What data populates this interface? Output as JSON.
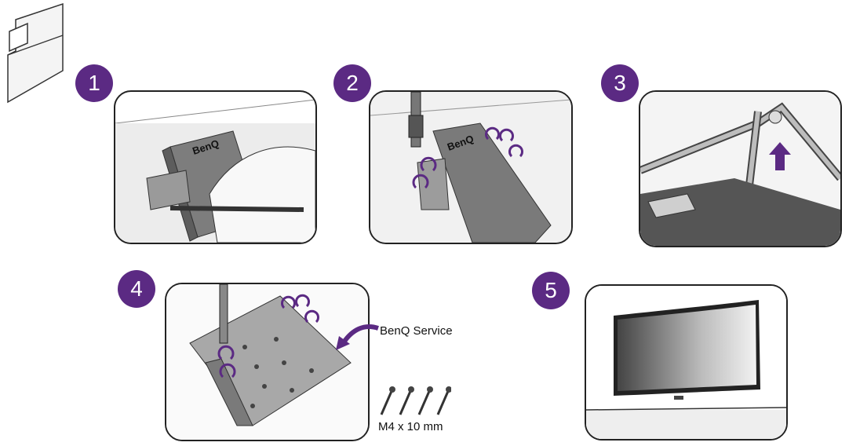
{
  "steps": [
    "1",
    "2",
    "3",
    "4",
    "5"
  ],
  "brand": "BenQ",
  "callouts": {
    "service": "BenQ Service",
    "screw_spec": "M4 x 10 mm"
  },
  "colors": {
    "badge": "#5b2a83",
    "arrow": "#5b2a83",
    "outline": "#222222"
  }
}
